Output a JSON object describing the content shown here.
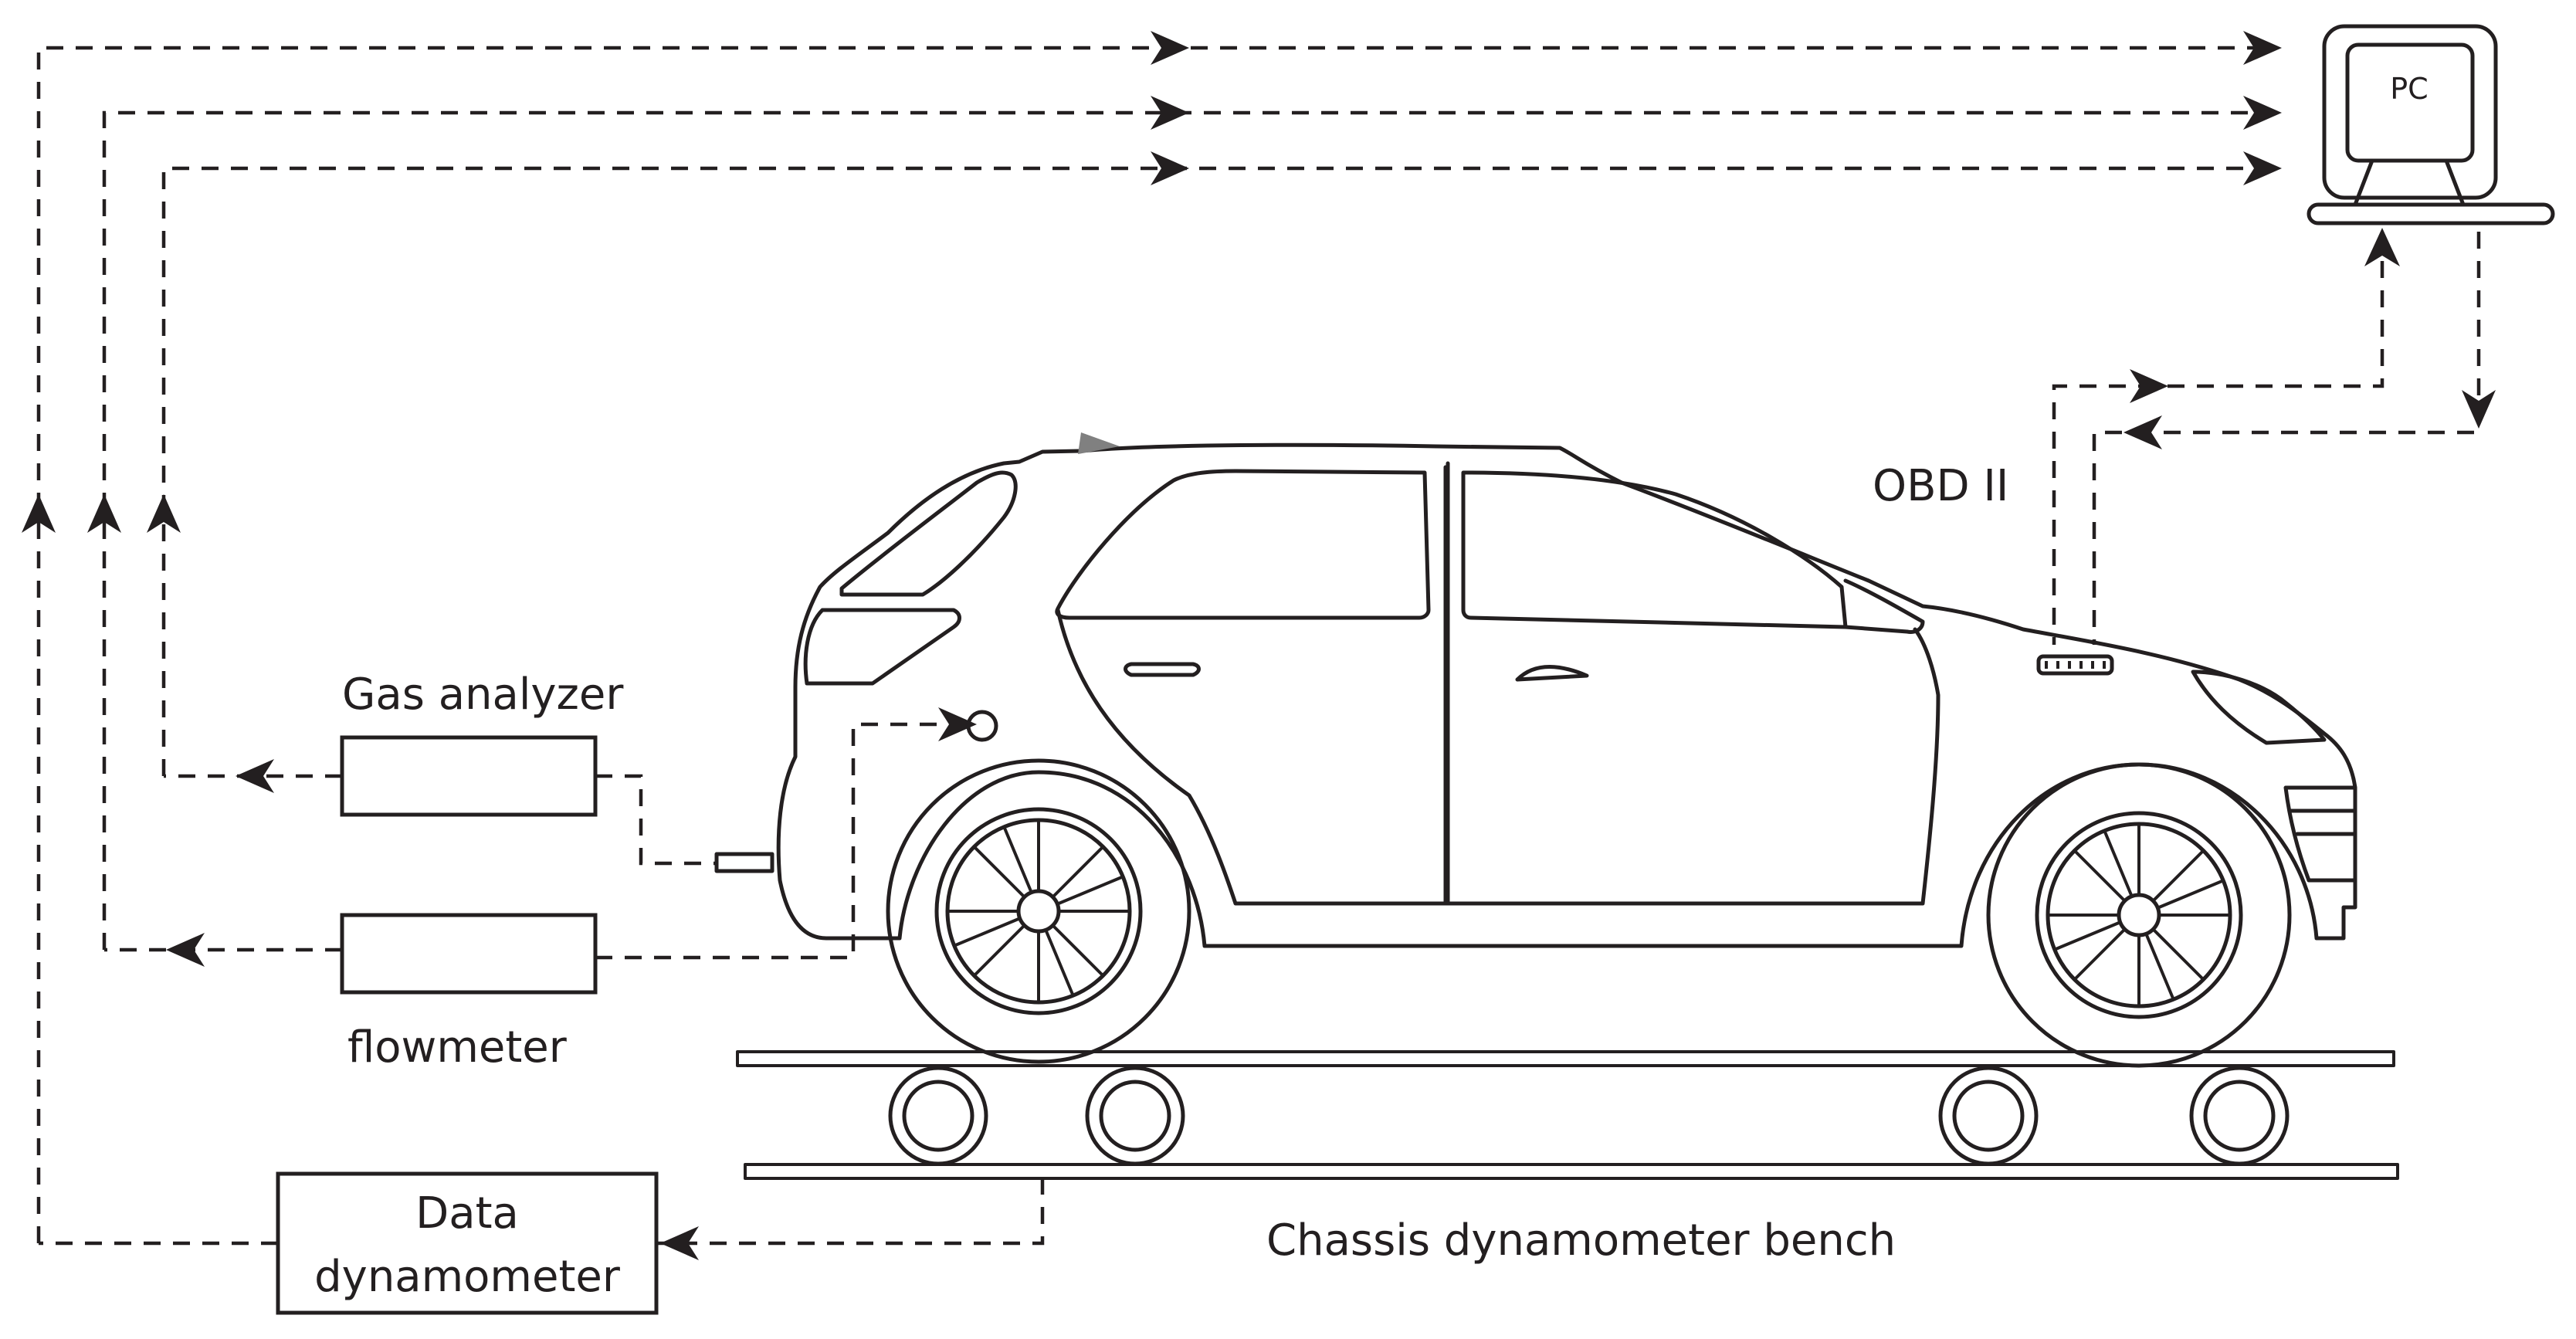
{
  "labels": {
    "pc": "PC",
    "obd": "OBD II",
    "gas_analyzer": "Gas analyzer",
    "flowmeter": "flowmeter",
    "data_dynamometer_line1": "Data",
    "data_dynamometer_line2": "dynamometer",
    "bench": "Chassis dynamometer bench"
  },
  "colors": {
    "line": "#231f20",
    "background": "#ffffff",
    "mirror_accent": "#808080"
  }
}
